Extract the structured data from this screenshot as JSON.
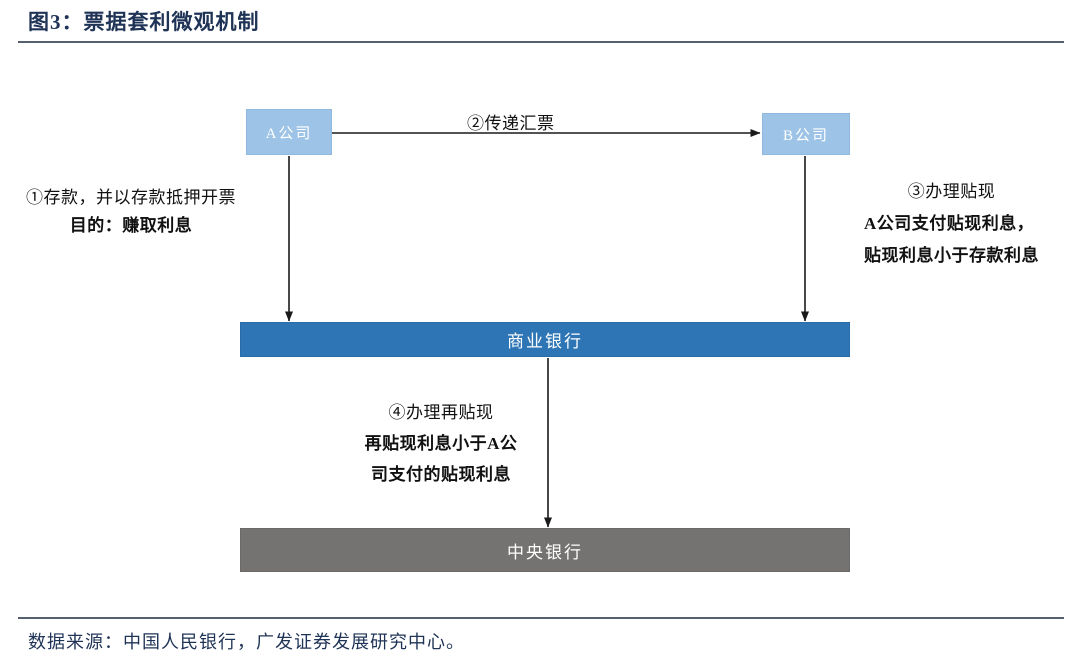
{
  "header": {
    "title": "图3：票据套利微观机制"
  },
  "footer": {
    "source_note": "数据来源：中国人民银行，广发证券发展研究中心。"
  },
  "colors": {
    "title_text": "#1F3356",
    "rule": "#55606F",
    "company_box": "#9DC3E6",
    "commercial_bank_box": "#2E75B6",
    "central_bank_box": "#757372",
    "arrow": "#1A1A1A",
    "label_text": "#111111"
  },
  "diagram": {
    "type": "flow-diagram",
    "nodes": [
      {
        "id": "company-a",
        "label": "A公司",
        "fill": "#9DC3E6",
        "text_color": "#FFFFFF"
      },
      {
        "id": "company-b",
        "label": "B公司",
        "fill": "#9DC3E6",
        "text_color": "#FFFFFF"
      },
      {
        "id": "commercial-bank",
        "label": "商业银行",
        "fill": "#2E75B6",
        "text_color": "#FFFFFF"
      },
      {
        "id": "central-bank",
        "label": "中央银行",
        "fill": "#757372",
        "text_color": "#FFFFFF"
      }
    ],
    "edges": [
      {
        "id": "edge-a-to-b",
        "from": "company-a",
        "to": "company-b",
        "direction": "right",
        "label_lines": [
          {
            "text": "②传递汇票",
            "weight": "normal"
          }
        ]
      },
      {
        "id": "edge-a-to-commercial-bank",
        "from": "company-a",
        "to": "commercial-bank",
        "direction": "down",
        "label_lines": [
          {
            "text": "①存款，并以存款抵押开票",
            "weight": "normal"
          },
          {
            "text": "目的：赚取利息",
            "weight": "bold"
          }
        ]
      },
      {
        "id": "edge-b-to-commercial-bank",
        "from": "company-b",
        "to": "commercial-bank",
        "direction": "down",
        "label_lines": [
          {
            "text": "③办理贴现",
            "weight": "normal"
          },
          {
            "text": "A公司支付贴现利息，",
            "weight": "bold"
          },
          {
            "text": "贴现利息小于存款利息",
            "weight": "bold"
          }
        ]
      },
      {
        "id": "edge-commercial-to-central-bank",
        "from": "commercial-bank",
        "to": "central-bank",
        "direction": "down",
        "label_lines": [
          {
            "text": "④办理再贴现",
            "weight": "normal"
          },
          {
            "text": "再贴现利息小于A公",
            "weight": "bold"
          },
          {
            "text": "司支付的贴现利息",
            "weight": "bold"
          }
        ]
      }
    ]
  }
}
